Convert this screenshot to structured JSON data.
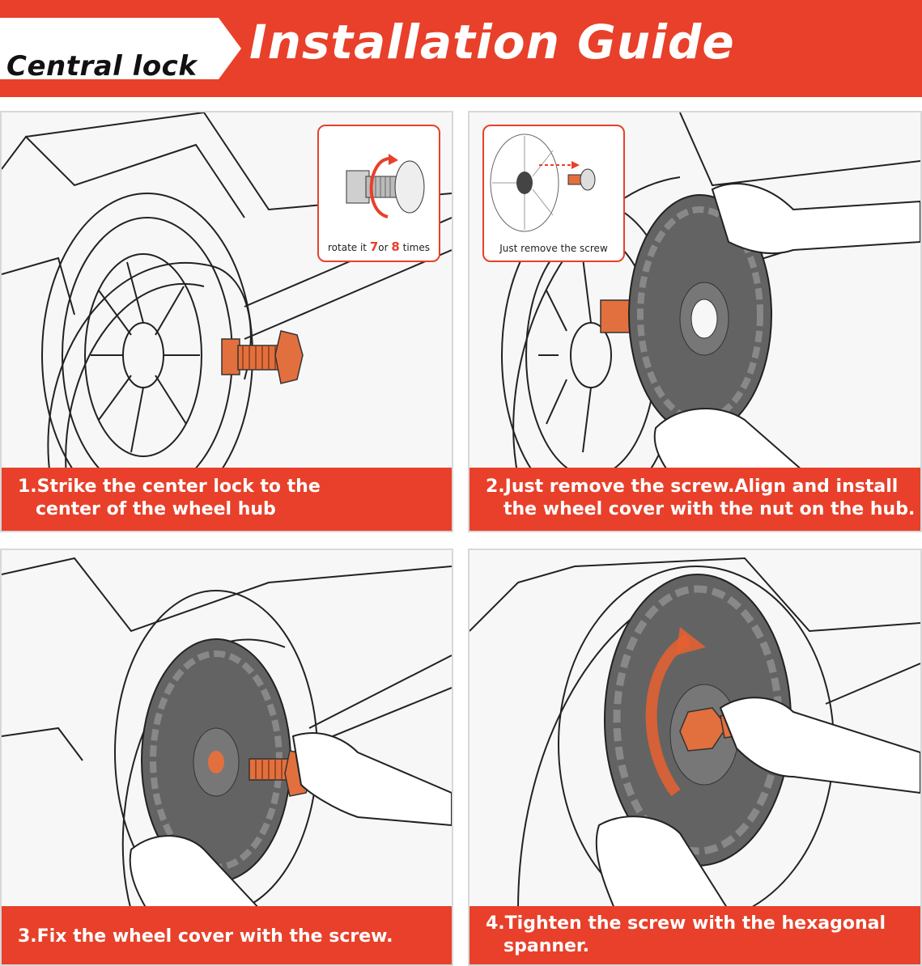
{
  "header": {
    "tag": "Central lock",
    "title": "Installation Guide"
  },
  "steps": [
    {
      "caption_line1": "1.Strike the center lock to the",
      "caption_line2": "center of the wheel hub",
      "inset": {
        "pre": "rotate it ",
        "n1": "7",
        "mid": "or ",
        "n2": "8",
        "post": " times"
      }
    },
    {
      "caption_line1": "2.Just remove the screw.Align and install",
      "caption_line2": "the wheel cover with the nut on the hub.",
      "inset": {
        "label": "Just remove the screw"
      }
    },
    {
      "caption_line1": "3.Fix the wheel cover with the screw.",
      "caption_line2": ""
    },
    {
      "caption_line1": "4.Tighten the screw with the hexagonal",
      "caption_line2": "spanner."
    }
  ],
  "colors": {
    "accent": "#e8402a",
    "part": "#e2703e",
    "cover": "#636363",
    "line": "#222222"
  }
}
